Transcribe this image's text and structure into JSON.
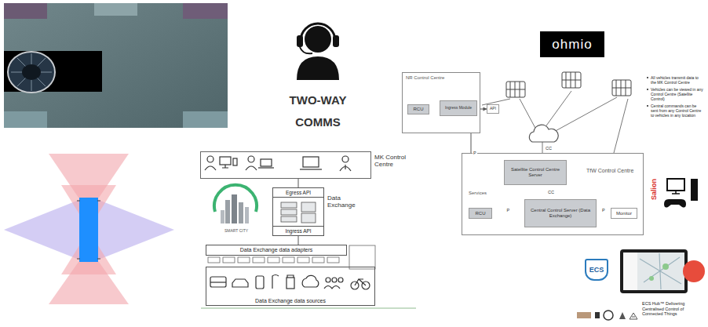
{
  "diagram": {
    "nodes": [
      {
        "text": [
          "ohmio"
        ]
      },
      {
        "text": [
          "NR Control Centre"
        ]
      },
      {
        "text": [
          "RCU"
        ],
        "in": 1
      },
      {
        "text": [
          "Ingress Module"
        ],
        "in": 1
      },
      {
        "text": [
          "API"
        ]
      },
      {
        "text": [
          "MK Control Centre"
        ]
      },
      {
        "text": [
          "TfW Control Centre"
        ]
      },
      {
        "text": [
          "Satellite Control Centre Server"
        ],
        "in": 6
      },
      {
        "text": [
          "RCU"
        ],
        "in": 6
      },
      {
        "text": [
          "Central Control Server (Data Exchange)"
        ],
        "in": 6
      },
      {
        "text": [
          "Monitor"
        ],
        "in": 6
      },
      {
        "text": [
          "Data Exchange"
        ]
      },
      {
        "text": [
          "Egress API"
        ],
        "in": 11
      },
      {
        "text": [
          "Ingress API"
        ],
        "in": 11
      },
      {
        "text": [
          "ECS"
        ]
      },
      {
        "text": [
          "Data Exchange data adapters"
        ]
      },
      {
        "text": [
          "Data Exchange data sources"
        ]
      }
    ],
    "edges": [
      {
        "from": 2,
        "to": 3,
        "arrow": "to"
      },
      {
        "from": 3,
        "to": 4,
        "arrow": "to"
      },
      {
        "from": 1,
        "to": 7,
        "arrow": "none",
        "label": "P"
      },
      {
        "from": 7,
        "to": 9,
        "arrow": "none",
        "label": "CC"
      },
      {
        "from": 8,
        "to": 9,
        "arrow": "to",
        "label": "P"
      },
      {
        "from": 9,
        "to": 10,
        "arrow": "to",
        "label": "P"
      },
      {
        "from": 5,
        "to": 11,
        "arrow": "none"
      },
      {
        "from": 11,
        "to": 15,
        "arrow": "none"
      }
    ],
    "labels": [
      "TWO-WAY COMMS",
      "SMART CITY",
      "All vehicles transmit data to the MK Control Centre",
      "Vehicles can be viewed in any Control Centre (Satellite Control)",
      "Central commands can be sent from any Control Centre to vehicles in any location",
      "CC",
      "Services",
      "Salion",
      "ECS Hub™ Delivering Centralised Control of Connected Things"
    ]
  }
}
